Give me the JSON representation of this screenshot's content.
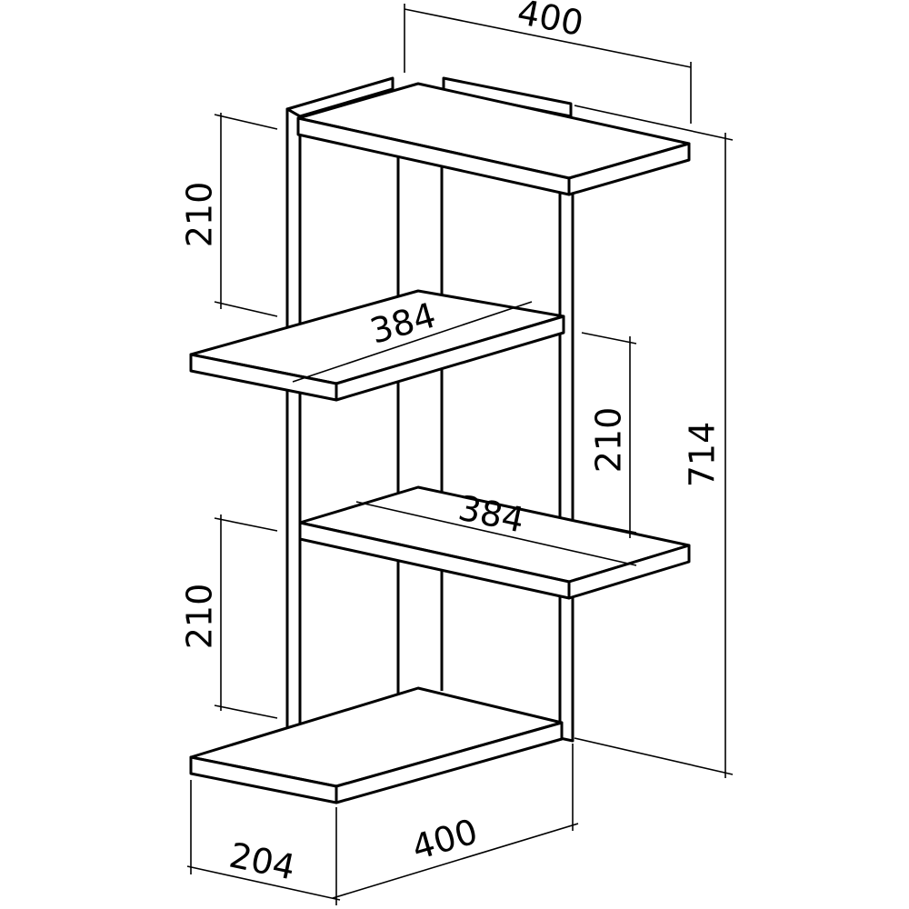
{
  "title": "Corner shelf dimension drawing",
  "dimensions": {
    "top_width": "400",
    "total_height": "714",
    "spacing_left_top": "210",
    "spacing_right": "210",
    "spacing_left_bottom": "210",
    "shelf_length_upper": "384",
    "shelf_length_lower": "384",
    "depth": "204",
    "bottom_width": "400"
  },
  "colors": {
    "line": "#000000",
    "background": "#ffffff"
  }
}
